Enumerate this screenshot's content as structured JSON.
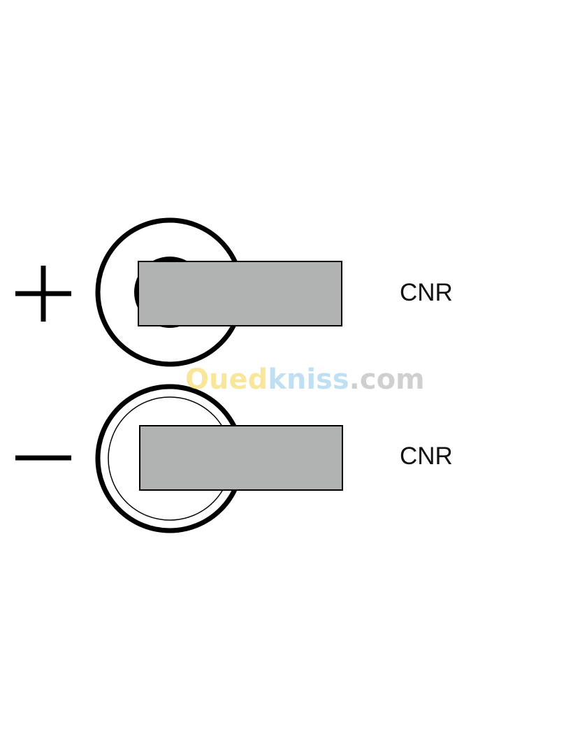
{
  "terminals": [
    {
      "polarity": "+",
      "label": "CNR",
      "symbol": "plus-icon"
    },
    {
      "polarity": "-",
      "label": "CNR",
      "symbol": "minus-icon"
    }
  ],
  "colors": {
    "tab_fill": "#b0b3b2",
    "stroke": "#000000",
    "watermark_yellow": "#f3d54a",
    "watermark_blue": "#8fc6e8",
    "watermark_gray": "#a8a8a8"
  },
  "watermark": {
    "part1": "Oued",
    "part2": "kniss",
    "part3": ".com"
  }
}
